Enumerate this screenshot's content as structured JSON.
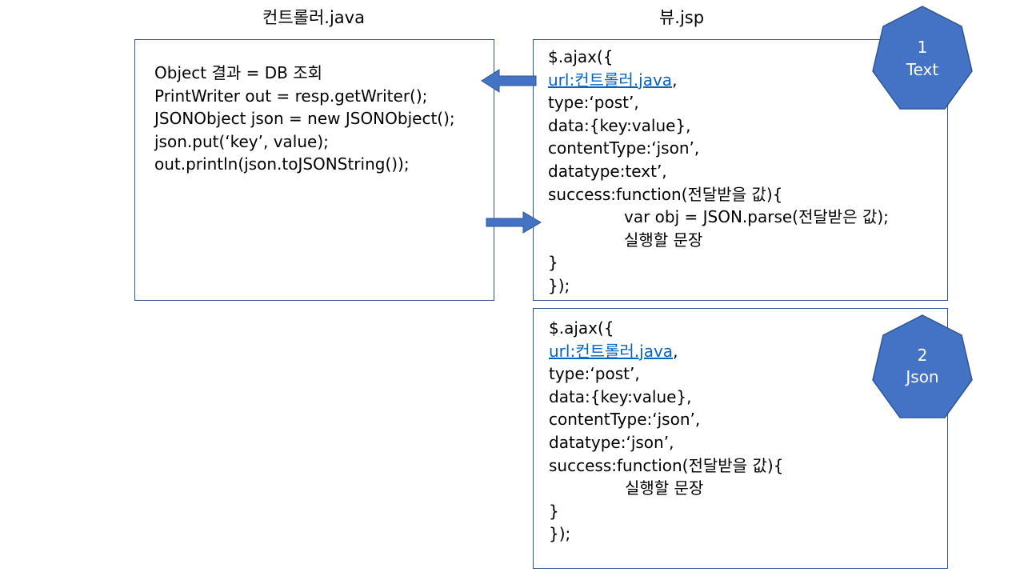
{
  "controller": {
    "title": "컨트롤러.java",
    "code": [
      "Object 결과 = DB 조회",
      "PrintWriter out = resp.getWriter();",
      "JSONObject json = new JSONObject();",
      "json.put(‘key’, value);",
      "out.println(json.toJSONString());"
    ]
  },
  "view": {
    "title": "뷰.jsp",
    "text_example": {
      "code": [
        "$.ajax({",
        "url:컨트롤러.java",
        ",",
        "type:‘post’,",
        "data:{key:value},",
        "contentType:‘json’,",
        "datatype:text’,",
        "success:function(전달받을 값){",
        "var obj = JSON.parse(전달받은 값);",
        "실행할 문장",
        "}",
        "});"
      ],
      "badge": {
        "number": "1",
        "label": "Text"
      }
    },
    "json_example": {
      "code": [
        "$.ajax({",
        "url:컨트롤러.java",
        ",",
        "type:‘post’,",
        "data:{key:value},",
        "contentType:‘json’,",
        "datatype:‘json’,",
        "success:function(전달받을 값){",
        "실행할 문장",
        "}",
        "});"
      ],
      "badge": {
        "number": "2",
        "label": "Json"
      }
    }
  },
  "colors": {
    "box_border": "#2f5597",
    "shape_fill": "#4472c4",
    "shape_stroke": "#2f5597",
    "link": "#0563c1"
  }
}
